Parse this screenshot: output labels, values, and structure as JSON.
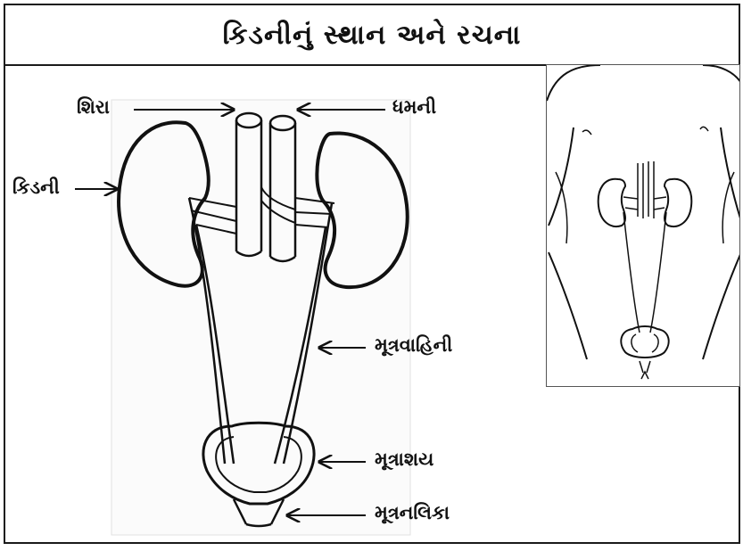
{
  "title": "કિડનીનું સ્થાન અને રચના",
  "labels": {
    "vein": "શિરા",
    "artery": "ધમની",
    "kidney": "કિડની",
    "ureter": "મૂત્રવાહિની",
    "bladder": "મૂત્રાશય",
    "urethra": "મૂત્રનલિકા"
  }
}
